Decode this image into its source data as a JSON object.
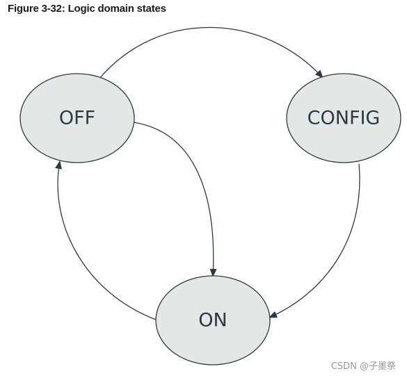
{
  "title": "Figure 3-32: Logic domain states",
  "states": {
    "off": "OFF",
    "config": "CONFIG",
    "on": "ON"
  },
  "transitions": [
    {
      "from": "OFF",
      "to": "CONFIG"
    },
    {
      "from": "OFF",
      "to": "ON"
    },
    {
      "from": "CONFIG",
      "to": "ON"
    },
    {
      "from": "ON",
      "to": "OFF"
    }
  ],
  "watermark": "CSDN @子墨祭",
  "colors": {
    "node_fill": "#e3e8e6",
    "stroke": "#2d3942",
    "watermark": "#9a9a9a"
  }
}
